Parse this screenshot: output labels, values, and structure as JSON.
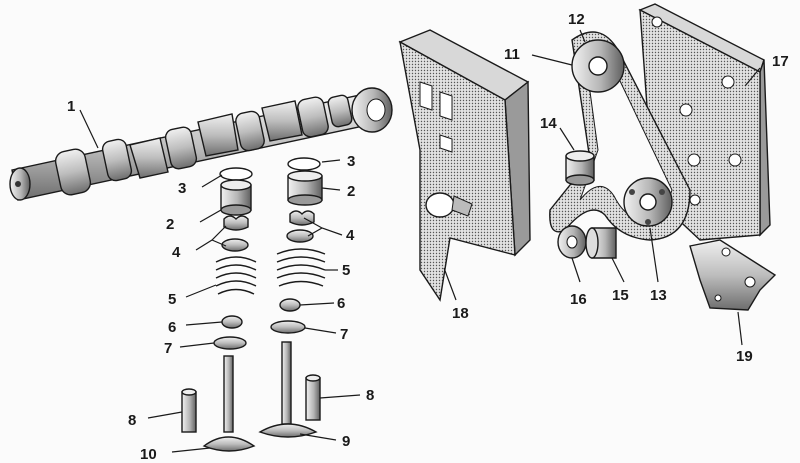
{
  "callouts": [
    {
      "id": "c1",
      "text": "1"
    },
    {
      "id": "c2a",
      "text": "2"
    },
    {
      "id": "c2b",
      "text": "2"
    },
    {
      "id": "c3a",
      "text": "3"
    },
    {
      "id": "c3b",
      "text": "3"
    },
    {
      "id": "c4a",
      "text": "4"
    },
    {
      "id": "c4b",
      "text": "4"
    },
    {
      "id": "c5a",
      "text": "5"
    },
    {
      "id": "c5b",
      "text": "5"
    },
    {
      "id": "c6a",
      "text": "6"
    },
    {
      "id": "c6b",
      "text": "6"
    },
    {
      "id": "c7a",
      "text": "7"
    },
    {
      "id": "c7b",
      "text": "7"
    },
    {
      "id": "c8a",
      "text": "8"
    },
    {
      "id": "c8b",
      "text": "8"
    },
    {
      "id": "c9",
      "text": "9"
    },
    {
      "id": "c10",
      "text": "10"
    },
    {
      "id": "c11",
      "text": "11"
    },
    {
      "id": "c12",
      "text": "12"
    },
    {
      "id": "c13",
      "text": "13"
    },
    {
      "id": "c14",
      "text": "14"
    },
    {
      "id": "c15",
      "text": "15"
    },
    {
      "id": "c16",
      "text": "16"
    },
    {
      "id": "c17",
      "text": "17"
    },
    {
      "id": "c18",
      "text": "18"
    },
    {
      "id": "c19",
      "text": "19"
    }
  ],
  "colors": {
    "ink": "#1a1a1a",
    "paper": "#fbfbfb",
    "metal": "#c9c9c9",
    "shadow": "#8a8a8a"
  }
}
